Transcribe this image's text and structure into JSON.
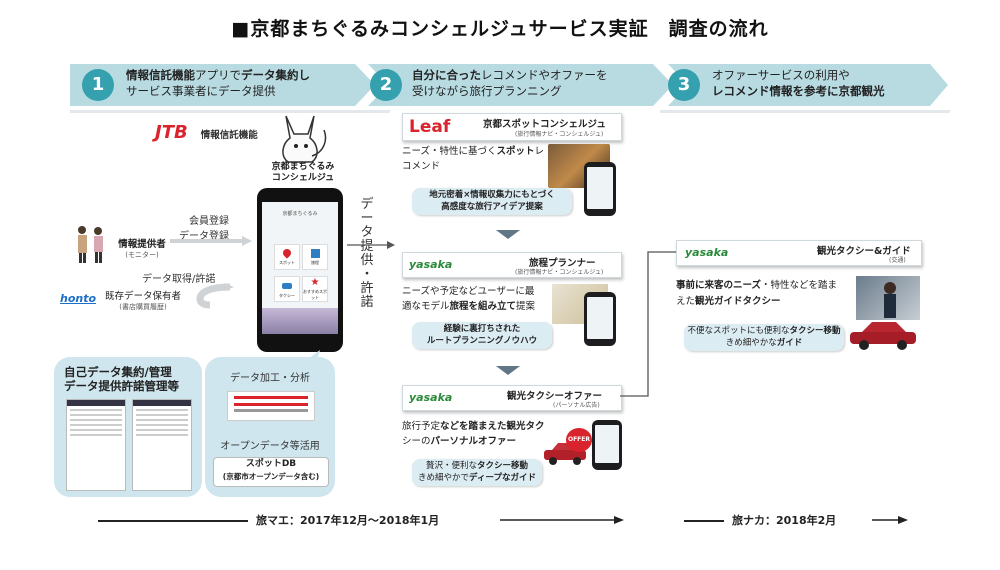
{
  "title": "■京都まちぐるみコンシェルジュサービス実証　調査の流れ",
  "steps": [
    {
      "num": "1",
      "line1_bold_a": "情報信託機能",
      "line1_a": "アプリで",
      "line1_bold_b": "データ集約し",
      "line2": "サービス事業者にデータ提供"
    },
    {
      "num": "2",
      "line1_bold": "自分に合った",
      "line1_rest": "レコメンドやオファーを",
      "line2": "受けながら旅行プランニング"
    },
    {
      "num": "3",
      "line1": "オファーサービスの利用や",
      "line2_bold": "レコメンド情報を参考に京都観光"
    }
  ],
  "col1": {
    "jtb_logo": "JTB",
    "jtb_label": "情報信託機能",
    "app_name_l1": "京都まちぐるみ",
    "app_name_l2": "コンシェルジュ",
    "reg_l1": "会員登録",
    "reg_l2": "データ登録",
    "provider_l1": "情報提供者",
    "provider_l2": "(モニター)",
    "acquire": "データ取得/許諾",
    "honto_logo": "honto",
    "holder_l1": "既存データ保有者",
    "holder_l2": "(書店購買履歴)",
    "self_l1": "自己データ集約/管理",
    "self_l2": "データ提供許諾管理等",
    "proc_title": "データ加工・分析",
    "open_data": "オープンデータ等活用",
    "spot_db_l1": "スポットDB",
    "spot_db_l2": "(京都市オープンデータ含む)",
    "vertical": [
      "デ",
      "ー",
      "タ",
      "提",
      "供",
      "・",
      "許",
      "諾"
    ],
    "phone_tiles": [
      "スポット",
      "旅程",
      "タクシー",
      "おすすめスポット"
    ]
  },
  "col2": {
    "leaf_logo": "Leaf",
    "leaf_title": "京都スポットコンシェルジュ",
    "leaf_sub": "(旅行情報ナビ・コンシェルジュ)",
    "leaf_desc_a": "ニーズ・特性に基づく",
    "leaf_desc_bold": "スポット",
    "leaf_desc_b": "レコメンド",
    "leaf_note_l1": "地元密着×情報収集力にもとづく",
    "leaf_note_l2": "高感度な旅行アイデア提案",
    "yasaka_logo": "yasaka",
    "planner_title": "旅程プランナー",
    "planner_sub": "(旅行情報ナビ・コンシェルジュ)",
    "planner_desc_l1": "ニーズや予定などユーザーに最",
    "planner_desc_l2a": "適なモデル",
    "planner_desc_l2_bold": "旅程を組み立て",
    "planner_desc_l2b": "提案",
    "planner_note_l1": "経験に裏打ちされた",
    "planner_note_l2": "ルートプランニングノウハウ",
    "offer_title": "観光タクシーオファー",
    "offer_sub": "(パーソナル広告)",
    "offer_desc_l1a": "旅行予定",
    "offer_desc_l1_bold": "などを踏まえた観光タク",
    "offer_desc_l2a": "シーの",
    "offer_desc_l2_bold": "パーソナルオファー",
    "offer_note_l1a": "贅沢・便利な",
    "offer_note_l1_bold": "タクシー移動",
    "offer_note_l2a": "きめ細やかで",
    "offer_note_l2_bold": "ディープなガイド",
    "coupon": "OFFER"
  },
  "col3": {
    "yasaka_logo": "yasaka",
    "title": "観光タクシー&ガイド",
    "sub": "(交通)",
    "desc_l1_bold": "事前に来客のニーズ",
    "desc_l1": "・特性などを踏ま",
    "desc_l2": "えた",
    "desc_l2_bold": "観光ガイドタクシー",
    "note_l1a": "不便なスポットにも便利な",
    "note_l1_bold": "タクシー移動",
    "note_l2a": "きめ細やかな",
    "note_l2_bold": "ガイド"
  },
  "timeline": {
    "left": "旅マエ：2017年12月～2018年1月",
    "right": "旅ナカ：2018年2月"
  },
  "colors": {
    "teal": "#35a0ae",
    "band": "#b8dbe2",
    "note_bg": "#dcecf3",
    "jtb_red": "#d9232d",
    "yasaka_green": "#2a8a3a",
    "honto_blue": "#1b6fc7"
  }
}
